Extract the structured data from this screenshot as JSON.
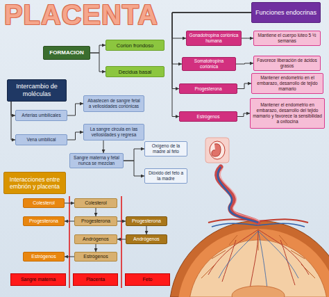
{
  "diagram": {
    "title": "PLACENTA",
    "nodes": [
      {
        "text": [
          "FORMACION"
        ]
      },
      {
        "text": [
          "Corion frondoso"
        ]
      },
      {
        "text": [
          "Decidua basal"
        ]
      },
      {
        "text": [
          "Funciones endocrinas"
        ]
      },
      {
        "text": [
          "Gonadotropina coriónica humana"
        ]
      },
      {
        "text": [
          "Mantiene el cuerpo lúteo 5 ½ semanas"
        ]
      },
      {
        "text": [
          "Somatotropina coriónica"
        ]
      },
      {
        "text": [
          "Favorece liberación de ácidos grasos"
        ]
      },
      {
        "text": [
          "Progesterona"
        ]
      },
      {
        "text": [
          "Mantener endometrio en el embarazo, desarrollo de tejido mamario"
        ]
      },
      {
        "text": [
          "Estrógenos"
        ]
      },
      {
        "text": [
          "Mantener el endometrio en embarazo, desarrollo del tejido mamario y favorece la sensibilidad a oxitocina"
        ]
      },
      {
        "text": [
          "Intercambio de moléculas"
        ]
      },
      {
        "text": [
          "Abastecen de sangre fetal a vellosidades coriónicas"
        ]
      },
      {
        "text": [
          "Arterias umbilicales"
        ]
      },
      {
        "text": [
          "La sangre circula en las vellosidades y regresa"
        ]
      },
      {
        "text": [
          "Vena umbilical"
        ]
      },
      {
        "text": [
          "Sangre materna y fetal nunca se mezclan"
        ]
      },
      {
        "text": [
          "Oxígeno de la madre al feto"
        ]
      },
      {
        "text": [
          "Dióxido del feto a la madre"
        ]
      },
      {
        "text": [
          "Interacciones entre embrión y placenta"
        ]
      },
      {
        "text": [
          "Colesterol"
        ]
      },
      {
        "text": [
          "Colesterol"
        ]
      },
      {
        "text": [
          "Progesterona"
        ]
      },
      {
        "text": [
          "Progesterona"
        ]
      },
      {
        "text": [
          "Progesterona"
        ]
      },
      {
        "text": [
          "Andrógenos"
        ]
      },
      {
        "text": [
          "Andrógenos"
        ]
      },
      {
        "text": [
          "Estrógenos"
        ]
      },
      {
        "text": [
          "Estrógenos"
        ]
      },
      {
        "text": [
          "Sangre materna"
        ]
      },
      {
        "text": [
          "Placenta"
        ]
      },
      {
        "text": [
          "Feto"
        ]
      }
    ],
    "edges": [
      {
        "from": 0,
        "to": 1,
        "arrow": "to"
      },
      {
        "from": 0,
        "to": 2,
        "arrow": "to"
      },
      {
        "from": 3,
        "to": 4,
        "arrow": "to"
      },
      {
        "from": 3,
        "to": 6,
        "arrow": "to"
      },
      {
        "from": 3,
        "to": 8,
        "arrow": "to"
      },
      {
        "from": 3,
        "to": 10,
        "arrow": "to"
      },
      {
        "from": 4,
        "to": 5,
        "arrow": "to"
      },
      {
        "from": 6,
        "to": 7,
        "arrow": "to"
      },
      {
        "from": 8,
        "to": 9,
        "arrow": "to"
      },
      {
        "from": 10,
        "to": 11,
        "arrow": "to"
      },
      {
        "from": 12,
        "to": 14,
        "arrow": "to"
      },
      {
        "from": 12,
        "to": 16,
        "arrow": "to"
      },
      {
        "from": 14,
        "to": 13,
        "arrow": "to"
      },
      {
        "from": 16,
        "to": 15,
        "arrow": "to"
      },
      {
        "from": 15,
        "to": 17,
        "arrow": "to"
      },
      {
        "from": 17,
        "to": 18,
        "arrow": "to"
      },
      {
        "from": 17,
        "to": 19,
        "arrow": "to"
      },
      {
        "from": 21,
        "to": 22,
        "arrow": "to"
      },
      {
        "from": 22,
        "to": 24,
        "arrow": "to"
      },
      {
        "from": 24,
        "to": 23,
        "arrow": "to"
      },
      {
        "from": 24,
        "to": 25,
        "arrow": "to"
      },
      {
        "from": 25,
        "to": 27,
        "arrow": "to"
      },
      {
        "from": 27,
        "to": 26,
        "arrow": "to"
      },
      {
        "from": 26,
        "to": 28,
        "arrow": "to"
      },
      {
        "from": 28,
        "to": 29,
        "arrow": "to"
      }
    ]
  }
}
